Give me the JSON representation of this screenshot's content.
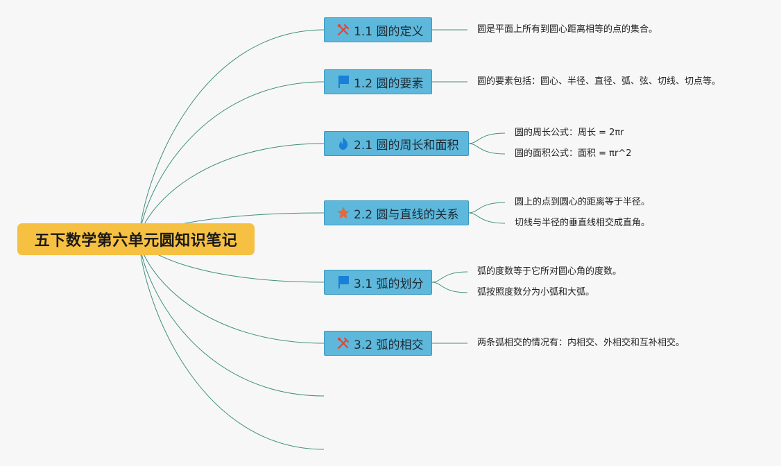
{
  "root": {
    "title": "五下数学第六单元圆知识笔记"
  },
  "topics": [
    {
      "label": "1.1 圆的定义",
      "icon": "tools-icon",
      "details": [
        "圆是平面上所有到圆心距离相等的点的集合。"
      ]
    },
    {
      "label": "1.2 圆的要素",
      "icon": "flag-icon",
      "details": [
        "圆的要素包括：圆心、半径、直径、弧、弦、切线、切点等。"
      ]
    },
    {
      "label": "2.1 圆的周长和面积",
      "icon": "flame-icon",
      "details": [
        "圆的周长公式：周长 = 2πr",
        "圆的面积公式：面积 = πr^2"
      ]
    },
    {
      "label": "2.2 圆与直线的关系",
      "icon": "star-icon",
      "details": [
        "圆上的点到圆心的距离等于半径。",
        "切线与半径的垂直线相交成直角。"
      ]
    },
    {
      "label": "3.1 弧的划分",
      "icon": "flag-icon",
      "details": [
        "弧的度数等于它所对圆心角的度数。",
        "弧按照度数分为小弧和大弧。"
      ]
    },
    {
      "label": "3.2 弧的相交",
      "icon": "tools-icon",
      "details": [
        "两条弧相交的情况有：内相交、外相交和互补相交。"
      ]
    }
  ],
  "colors": {
    "root_fill": "#f6c042",
    "topic_fill": "#5db8db",
    "topic_border": "#3a98bf",
    "connector": "#3f8f7c",
    "background": "#f7f7f7",
    "flag_icon": "#1a7fd6",
    "flame_icon": "#1a7fd6",
    "star_icon": "#e5673a",
    "tools_icon": "#d9483b"
  }
}
